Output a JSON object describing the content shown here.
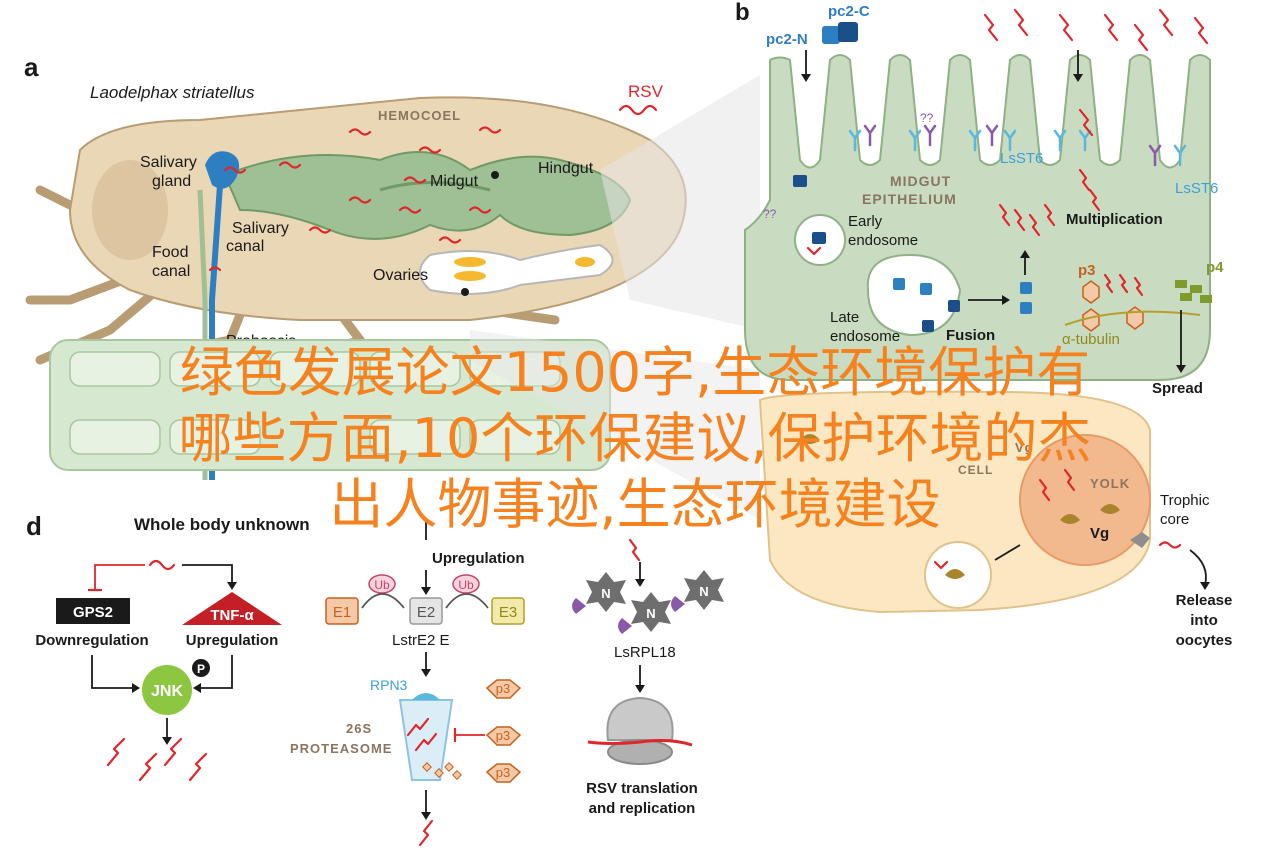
{
  "panels": {
    "a": "a",
    "b": "b",
    "d": "d"
  },
  "panel_a": {
    "species": "Laodelphax striatellus",
    "rsv": "RSV",
    "hemocoel": "HEMOCOEL",
    "salivary_gland": [
      "Salivary",
      "gland"
    ],
    "midgut": "Midgut",
    "hindgut": "Hindgut",
    "salivary_canal": [
      "Salivary",
      "canal"
    ],
    "food_canal": [
      "Food",
      "canal"
    ],
    "ovaries": "Ovaries",
    "proboscis": "Proboscis",
    "hidden_label": "Whole body unknown"
  },
  "panel_b": {
    "pc2c": "pc2-C",
    "pc2n": "pc2-N",
    "qq1": "??",
    "qq2": "??",
    "lsst6a": "LsST6",
    "lsst6b": "LsST6",
    "midgut_epithelium": [
      "MIDGUT",
      "EPITHELIUM"
    ],
    "early_endosome": [
      "Early",
      "endosome"
    ],
    "late_endosome": [
      "Late",
      "endosome"
    ],
    "fusion": "Fusion",
    "multiplication": "Multiplication",
    "p3": "p3",
    "p4": "p4",
    "tubulin": "α-tubulin",
    "spread": "Spread"
  },
  "panel_c": {
    "vg": "Vg",
    "cell": "CELL",
    "yolk": "YOLK",
    "vg2": "Vg",
    "trophic_core": [
      "Trophic",
      "core"
    ],
    "release": [
      "Release",
      "into",
      "oocytes"
    ]
  },
  "panel_d": {
    "title": "Whole body unknown",
    "gps2": "GPS2",
    "downregulation": "Downregulation",
    "tnf": "TNF-α",
    "upregulation_left": "Upregulation",
    "jnk": "JNK",
    "p_badge": "P",
    "upregulation_mid": "Upregulation",
    "ub1": "Ub",
    "ub2": "Ub",
    "e1": "E1",
    "e2": "E2",
    "e3": "E3",
    "lstre2e": "LstrE2 E",
    "rpn3": "RPN3",
    "proteasome": [
      "26S",
      "PROTEASOME"
    ],
    "p3a": "p3",
    "p3b": "p3",
    "p3c": "p3",
    "n1": "N",
    "n2": "N",
    "n3": "N",
    "lsrpl18": "LsRPL18",
    "rsv_translation": [
      "RSV translation",
      "and replication"
    ]
  },
  "overlay": {
    "line1": "绿色发展论文1500字,生态环境保护有",
    "line2": "哪些方面,10个环保建议,保护环境的杰",
    "line3": "出人物事迹,生态环境建设"
  },
  "colors": {
    "insect_body": "#ead7b6",
    "insect_outline": "#b89c73",
    "gut_green": "#9fbf94",
    "epithelium_green": "#c9dcc2",
    "virus_red": "#e0252b",
    "receptor_blue": "#2e7fc1",
    "overlay_orange": "#f5821f",
    "yolk_cell": "#fbe8c2"
  }
}
